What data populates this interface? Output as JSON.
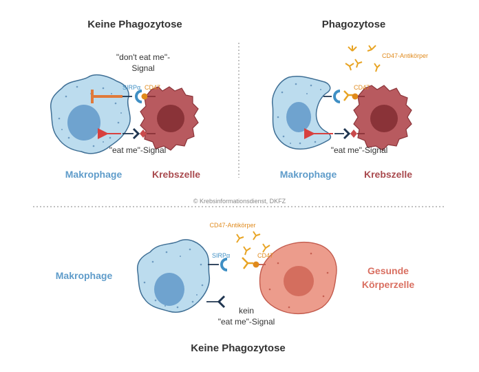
{
  "panels": {
    "top_left": {
      "title": "Keine Phagozytose",
      "signal_dont_line1": "\"don't eat me\"-",
      "signal_dont_line2": "Signal",
      "sirp_label": "SIRPα",
      "cd47_label": "CD47",
      "signal_eat": "\"eat me\"-Signal",
      "macrophage_label": "Makrophage",
      "cell_label": "Krebszelle"
    },
    "top_right": {
      "title": "Phagozytose",
      "antibody_label": "CD47-Antikörper",
      "cd47_label": "CD47",
      "signal_eat": "\"eat me\"-Signal",
      "macrophage_label": "Makrophage",
      "cell_label": "Krebszelle"
    },
    "bottom": {
      "antibody_label": "CD47-Antikörper",
      "sirp_label": "SIRPα",
      "cd47_label": "CD47",
      "macrophage_label": "Makrophage",
      "cell_label_line1": "Gesunde",
      "cell_label_line2": "Körperzelle",
      "no_signal_line1": "kein",
      "no_signal_line2": "\"eat me\"-Signal",
      "title": "Keine Phagozytose"
    }
  },
  "copyright": "© Krebsinformationsdienst, DKFZ",
  "colors": {
    "macrophage_fill": "#bcdcee",
    "macrophage_stroke": "#3f6f95",
    "nucleus_blue": "#6fa3cf",
    "cancer_fill": "#b85a5f",
    "cancer_nucleus": "#8a3338",
    "healthy_fill": "#ec9c8c",
    "healthy_nucleus": "#d46e5e",
    "sirp_blue": "#3f8fc4",
    "cd47_orange": "#e08a1c",
    "antibody_orange": "#e8a424",
    "arrow_red": "#d8403e",
    "dark_navy": "#1f3550"
  }
}
